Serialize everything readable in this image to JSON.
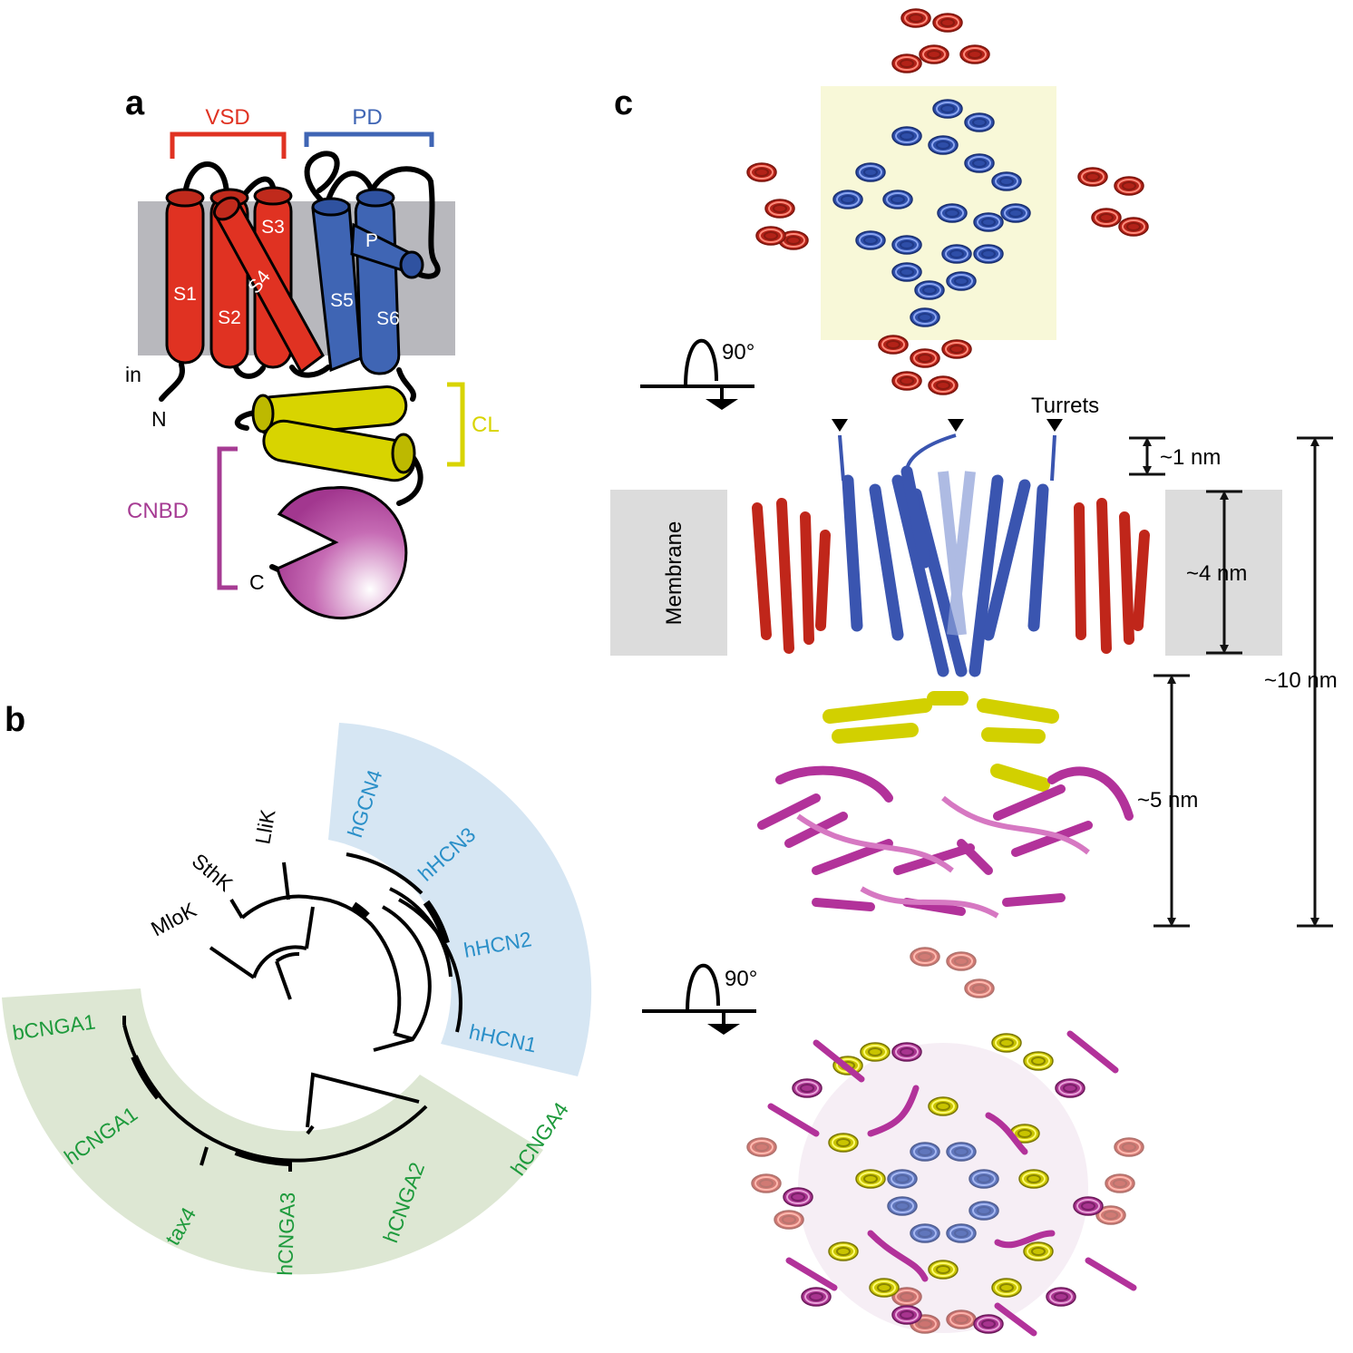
{
  "panels": {
    "a": "a",
    "b": "b",
    "c": "c"
  },
  "colors": {
    "vsd": "#e03222",
    "pd": "#3f65b4",
    "cl": "#d8d400",
    "cnbd": "#a63b93",
    "membrane": "#b8b8bd",
    "membrane_light": "#dcdcdc",
    "hcn_sector": "#d6e6f3",
    "cng_sector": "#dde7d3",
    "hcn_text": "#2a8fc8",
    "cng_text": "#1e9a3c"
  },
  "panel_a": {
    "vsd": "VSD",
    "pd": "PD",
    "cl": "CL",
    "cnbd": "CNBD",
    "in": "in",
    "n_term": "N",
    "c_term": "C",
    "helices": [
      "S1",
      "S2",
      "S3",
      "S4",
      "S5",
      "S6",
      "P"
    ]
  },
  "panel_b": {
    "outgroup": [
      "MloK",
      "SthK",
      "LliK"
    ],
    "hcn_clade": [
      "hGCN4",
      "hHCN3",
      "hHCN2",
      "hHCN1"
    ],
    "cng_clade": [
      "bCNGA1",
      "hCNGA1",
      "tax4",
      "hCNGA3",
      "hCNGA2",
      "hCNGA4"
    ]
  },
  "panel_c": {
    "rotation_top": "90°",
    "rotation_bottom": "90°",
    "turrets": "Turrets",
    "membrane": "Membrane",
    "dim_1nm": "~1 nm",
    "dim_4nm": "~4 nm",
    "dim_5nm": "~5 nm",
    "dim_10nm": "~10 nm"
  }
}
